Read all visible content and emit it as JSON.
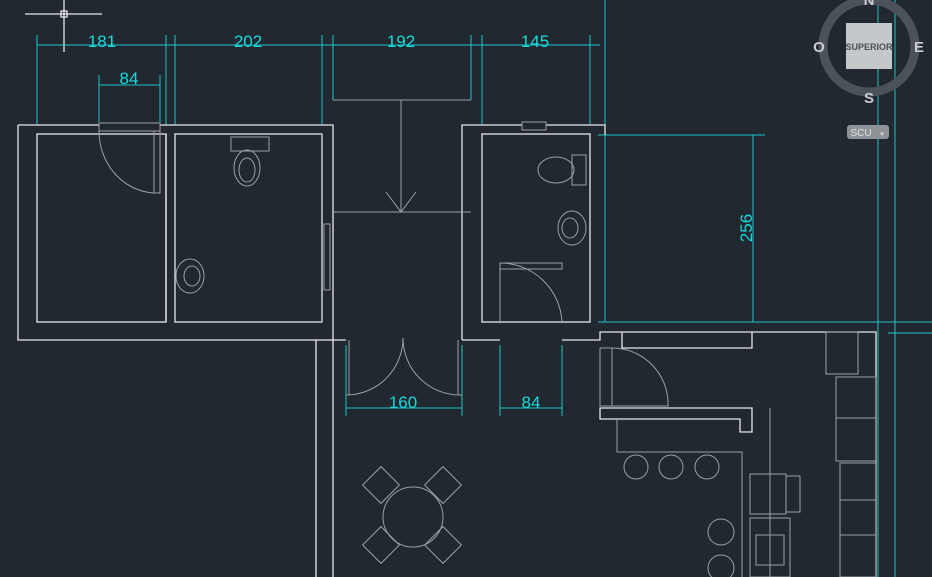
{
  "dimensions": {
    "top": [
      "181",
      "202",
      "192",
      "145"
    ],
    "door_left": "84",
    "height_right": "256",
    "entrance": "160",
    "door_bottom": "84"
  },
  "viewcube": {
    "face": "SUPERIOR",
    "north": "N",
    "south": "S",
    "east": "E",
    "west": "O",
    "ucs_label": "SCU"
  },
  "colors": {
    "background": "#212830",
    "dimension": "#19d9d9",
    "walls": "#e6e8ea"
  }
}
